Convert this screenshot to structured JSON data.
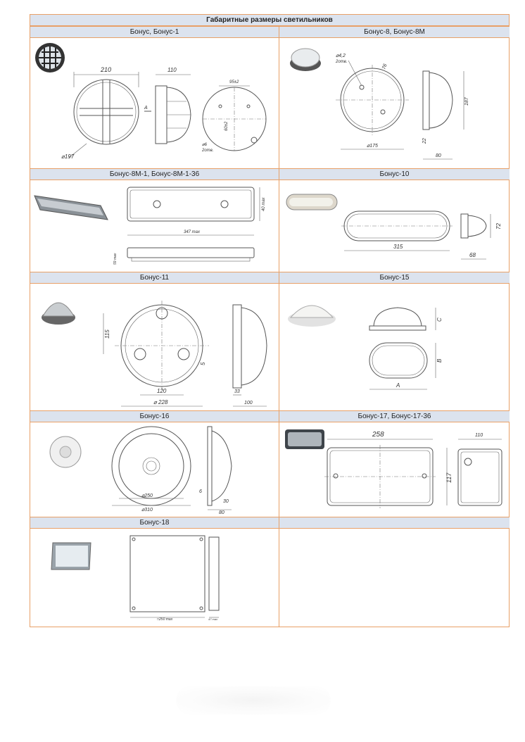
{
  "title": "Габаритные размеры светильников",
  "sections": [
    {
      "name": "Бонус, Бонус-1",
      "dims": {
        "d1": "210",
        "d2": "110",
        "d3": "95±2",
        "d4": "60±2",
        "d5": "⌀197",
        "d6": "⌀6",
        "d7": "2отв.",
        "d8": "A"
      }
    },
    {
      "name": "Бонус-8, Бонус-8М",
      "dims": {
        "d1": "⌀4,2",
        "d2": "2отв.",
        "d3": "76",
        "d4": "187",
        "d5": "⌀175",
        "d6": "22",
        "d7": "80"
      }
    },
    {
      "name": "Бонус-8М-1, Бонус-8М-1-36",
      "dims": {
        "d1": "347 max",
        "d2": "40 max",
        "d3": "59 max"
      }
    },
    {
      "name": "Бонус-10",
      "dims": {
        "d1": "315",
        "d2": "72",
        "d3": "68"
      }
    },
    {
      "name": "Бонус-11",
      "dims": {
        "d1": "115",
        "d2": "5",
        "d3": "120",
        "d4": "⌀ 228",
        "d5": "33",
        "d6": "100"
      }
    },
    {
      "name": "Бонус-15",
      "dims": {
        "d1": "C",
        "d2": "B",
        "d3": "A"
      }
    },
    {
      "name": "Бонус-16",
      "dims": {
        "d1": "⌀250",
        "d2": "⌀310",
        "d3": "6",
        "d4": "30",
        "d5": "80"
      }
    },
    {
      "name": "Бонус-17, Бонус-17-36",
      "dims": {
        "d1": "258",
        "d2": "110",
        "d3": "117"
      }
    },
    {
      "name": "Бонус-18",
      "dims": {
        "d1": "□250 max",
        "d2": "47 max"
      }
    },
    {
      "name": ""
    }
  ]
}
